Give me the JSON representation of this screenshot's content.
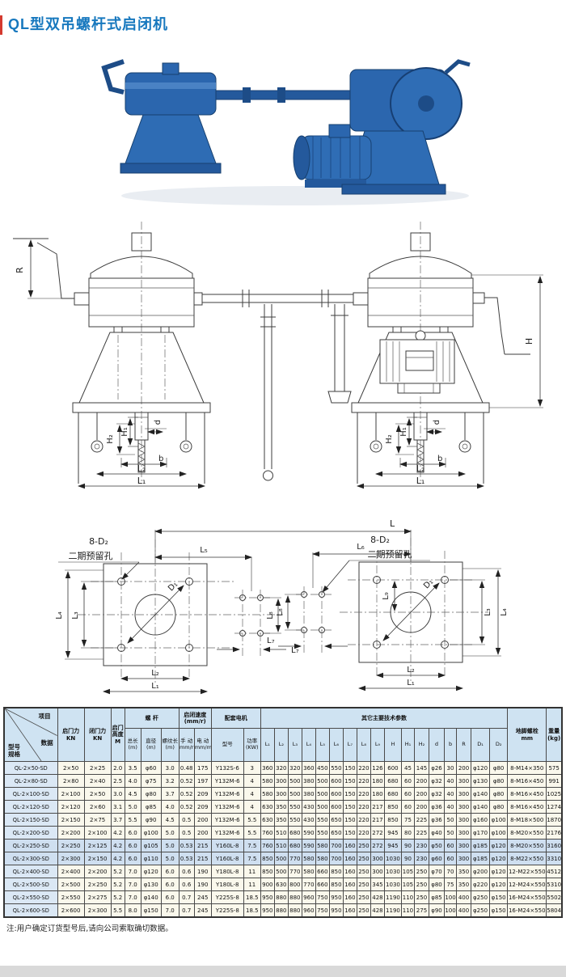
{
  "header": {
    "title": "QL型双吊螺杆式启闭机"
  },
  "diagrams": {
    "elevation": {
      "labels": {
        "r": "R",
        "h": "H",
        "h1": "H₁",
        "h2": "H₂",
        "d": "d",
        "b": "b",
        "l1": "L₁",
        "l2": "L₂"
      }
    },
    "plan": {
      "labels": {
        "overall": "L",
        "l1": "L₁",
        "l2": "L₂",
        "l3": "L₃",
        "l4": "L₄",
        "l5": "L₅",
        "l6": "L₆",
        "l7": "L₇",
        "l8": "L₈",
        "l9": "L₉",
        "d1": "D₁",
        "holes": "8-D₂",
        "holes_note": "二期预留孔"
      }
    }
  },
  "table": {
    "corner": {
      "top": "项目",
      "mid": "数据",
      "bottom": "型号\n规格"
    },
    "header": {
      "open_force": "启门力\nKN",
      "close_force": "闭门力\nKN",
      "lift_height": "启门\n高度\nM",
      "screw": "螺    杆",
      "speed": "启闭速度\n(mm/r)",
      "motor": "配套电机",
      "other": "其它主要技术参数",
      "anchor": "地脚螺栓\nmm",
      "weight": "重量\n(kg)"
    },
    "subheaders": [
      "总长\n(m)",
      "直径\n(m)",
      "螺纹长\n(m)",
      "手 动\nmm/r",
      "电 动\nmm/min",
      "型号",
      "功率\n(KW)",
      "L₁",
      "L₂",
      "L₃",
      "L₄",
      "L₅",
      "L₆",
      "L₇",
      "L₈",
      "L₉",
      "H",
      "H₁",
      "H₂",
      "d",
      "b",
      "R",
      "D₁",
      "D₂"
    ],
    "rows": [
      [
        "QL-2×50-SD",
        "2×50",
        "2×25",
        "2.0",
        "3.5",
        "φ60",
        "3.0",
        "0.48",
        "175",
        "Y132S-6",
        "3",
        "360",
        "320",
        "320",
        "360",
        "450",
        "550",
        "150",
        "220",
        "126",
        "600",
        "45",
        "145",
        "φ26",
        "30",
        "200",
        "φ120",
        "φ80",
        "8-M14×350",
        "575"
      ],
      [
        "QL-2×80-SD",
        "2×80",
        "2×40",
        "2.5",
        "4.0",
        "φ75",
        "3.2",
        "0.52",
        "197",
        "Y132M-6",
        "4",
        "580",
        "300",
        "500",
        "380",
        "500",
        "600",
        "150",
        "220",
        "180",
        "680",
        "60",
        "200",
        "φ32",
        "40",
        "300",
        "φ130",
        "φ80",
        "8-M16×450",
        "991"
      ],
      [
        "QL-2×100-SD",
        "2×100",
        "2×50",
        "3.0",
        "4.5",
        "φ80",
        "3.7",
        "0.52",
        "209",
        "Y132M-6",
        "4",
        "580",
        "300",
        "500",
        "380",
        "500",
        "600",
        "150",
        "220",
        "180",
        "680",
        "60",
        "200",
        "φ32",
        "40",
        "300",
        "φ140",
        "φ80",
        "8-M16×450",
        "1025"
      ],
      [
        "QL-2×120-SD",
        "2×120",
        "2×60",
        "3.1",
        "5.0",
        "φ85",
        "4.0",
        "0.52",
        "209",
        "Y132M-6",
        "4",
        "630",
        "350",
        "550",
        "430",
        "500",
        "600",
        "150",
        "220",
        "217",
        "850",
        "60",
        "200",
        "φ36",
        "40",
        "300",
        "φ140",
        "φ80",
        "8-M16×450",
        "1274"
      ],
      [
        "QL-2×150-SD",
        "2×150",
        "2×75",
        "3.7",
        "5.5",
        "φ90",
        "4.5",
        "0.5",
        "200",
        "Y132M-6",
        "5.5",
        "630",
        "350",
        "550",
        "430",
        "550",
        "650",
        "150",
        "220",
        "217",
        "850",
        "75",
        "225",
        "φ36",
        "50",
        "300",
        "φ160",
        "φ100",
        "8-M18×500",
        "1870"
      ],
      [
        "QL-2×200-SD",
        "2×200",
        "2×100",
        "4.2",
        "6.0",
        "φ100",
        "5.0",
        "0.5",
        "200",
        "Y132M-6",
        "5.5",
        "760",
        "510",
        "680",
        "590",
        "550",
        "650",
        "150",
        "220",
        "272",
        "945",
        "80",
        "225",
        "φ40",
        "50",
        "300",
        "φ170",
        "φ100",
        "8-M20×550",
        "2176"
      ],
      [
        "QL-2×250-SD",
        "2×250",
        "2×125",
        "4.2",
        "6.0",
        "φ105",
        "5.0",
        "0.53",
        "215",
        "Y160L-8",
        "7.5",
        "760",
        "510",
        "680",
        "590",
        "580",
        "700",
        "160",
        "250",
        "272",
        "945",
        "90",
        "230",
        "φ50",
        "60",
        "300",
        "φ185",
        "φ120",
        "8-M20×550",
        "3160"
      ],
      [
        "QL-2×300-SD",
        "2×300",
        "2×150",
        "4.2",
        "6.0",
        "φ110",
        "5.0",
        "0.53",
        "215",
        "Y160L-8",
        "7.5",
        "850",
        "500",
        "770",
        "580",
        "580",
        "700",
        "160",
        "250",
        "300",
        "1030",
        "90",
        "230",
        "φ60",
        "60",
        "300",
        "φ185",
        "φ120",
        "8-M22×550",
        "3310"
      ],
      [
        "QL-2×400-SD",
        "2×400",
        "2×200",
        "5.2",
        "7.0",
        "φ120",
        "6.0",
        "0.6",
        "190",
        "Y180L-8",
        "11",
        "850",
        "500",
        "770",
        "580",
        "660",
        "850",
        "160",
        "250",
        "300",
        "1030",
        "105",
        "250",
        "φ70",
        "70",
        "350",
        "φ200",
        "φ120",
        "12-M22×550",
        "4512"
      ],
      [
        "QL-2×500-SD",
        "2×500",
        "2×250",
        "5.2",
        "7.0",
        "φ130",
        "6.0",
        "0.6",
        "190",
        "Y180L-8",
        "11",
        "900",
        "630",
        "800",
        "770",
        "660",
        "850",
        "160",
        "250",
        "345",
        "1030",
        "105",
        "250",
        "φ80",
        "75",
        "350",
        "φ220",
        "φ120",
        "12-M24×550",
        "5310"
      ],
      [
        "QL-2×550-SD",
        "2×550",
        "2×275",
        "5.2",
        "7.0",
        "φ140",
        "6.0",
        "0.7",
        "245",
        "Y225S-8",
        "18.5",
        "950",
        "880",
        "880",
        "960",
        "750",
        "950",
        "160",
        "250",
        "428",
        "1190",
        "110",
        "250",
        "φ85",
        "100",
        "400",
        "φ250",
        "φ150",
        "16-M24×550",
        "5502"
      ],
      [
        "QL-2×600-SD",
        "2×600",
        "2×300",
        "5.5",
        "8.0",
        "φ150",
        "7.0",
        "0.7",
        "245",
        "Y225S-8",
        "18.5",
        "950",
        "880",
        "880",
        "960",
        "750",
        "950",
        "160",
        "250",
        "428",
        "1190",
        "110",
        "275",
        "φ90",
        "100",
        "400",
        "φ250",
        "φ150",
        "16-M24×550",
        "5804"
      ]
    ]
  },
  "footer": {
    "note": "注:用户确定订货型号后,请向公司索取确切数据。"
  }
}
